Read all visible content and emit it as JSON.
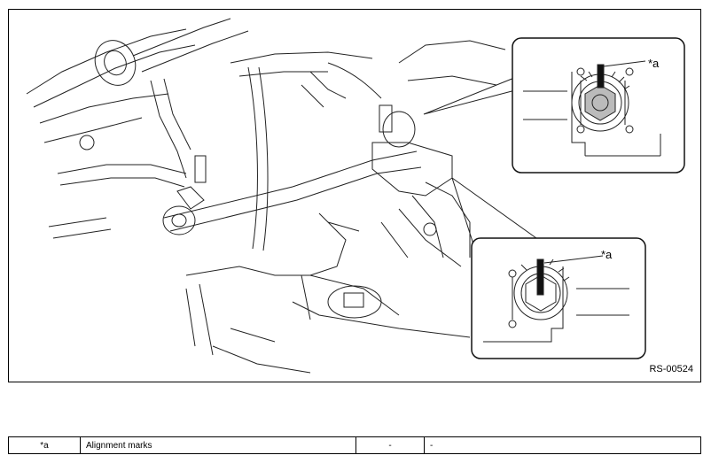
{
  "figure": {
    "callout_top": "*a",
    "callout_bottom": "*a",
    "figure_code": "RS-00524"
  },
  "legend": {
    "rows": [
      {
        "key": "*a",
        "description": "Alignment marks",
        "key2": "-",
        "description2": "-"
      }
    ]
  }
}
